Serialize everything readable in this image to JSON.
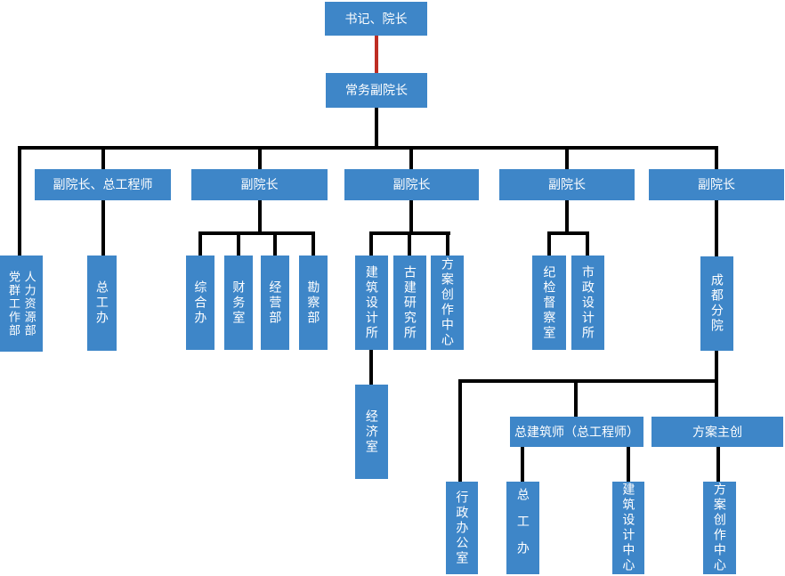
{
  "diagram_type": "org-chart",
  "colors": {
    "node_fill": "#3E86C8",
    "node_text": "#FFFFFF",
    "connector": "#000000",
    "highlight_connector": "#BE2D23"
  },
  "nodes": {
    "shuji": {
      "label": "书记、院长"
    },
    "changwu": {
      "label": "常务副院长"
    },
    "fu1": {
      "label": "副院长、总工程师"
    },
    "fu2": {
      "label": "副院长"
    },
    "fu3": {
      "label": "副院长"
    },
    "fu4": {
      "label": "副院长"
    },
    "fu5": {
      "label": "副院长"
    },
    "dangqun": {
      "label": "党群工作部"
    },
    "renli": {
      "label": "人力资源部"
    },
    "zonggongban1": {
      "label": "总工办"
    },
    "zonghe": {
      "label": "综合办"
    },
    "caiwu": {
      "label": "财务室"
    },
    "jingying": {
      "label": "经营部"
    },
    "kancha": {
      "label": "勘察部"
    },
    "jianzhusuo": {
      "label": "建筑设计所"
    },
    "gujian": {
      "label": "古建研究所"
    },
    "fangchuang1": {
      "label": "方案创作中心"
    },
    "jijian": {
      "label": "纪检督察室"
    },
    "shizheng": {
      "label": "市政设计所"
    },
    "chengdu": {
      "label": "成都分院"
    },
    "jingji": {
      "label": "经济室"
    },
    "zongjian": {
      "label": "总建筑师（总工程师）"
    },
    "fangzhuchuang": {
      "label": "方案主创"
    },
    "xingzheng": {
      "label": "行政办公室"
    },
    "zonggongban2": {
      "label": "总工办"
    },
    "jzsjzhongxin": {
      "label": "建筑设计中心"
    },
    "fangchuang2": {
      "label": "方案创作中心"
    }
  },
  "edges": [
    {
      "from": "shuji",
      "to": "changwu",
      "style": "red"
    },
    {
      "from": "changwu",
      "to": "dangqun_renli",
      "style": "black"
    },
    {
      "from": "changwu",
      "to": "fu1",
      "style": "black"
    },
    {
      "from": "changwu",
      "to": "fu2",
      "style": "black"
    },
    {
      "from": "changwu",
      "to": "fu3",
      "style": "black"
    },
    {
      "from": "changwu",
      "to": "fu4",
      "style": "black"
    },
    {
      "from": "changwu",
      "to": "fu5",
      "style": "black"
    },
    {
      "from": "fu1",
      "to": "zonggongban1",
      "style": "black"
    },
    {
      "from": "fu2",
      "to": "zonghe",
      "style": "black"
    },
    {
      "from": "fu2",
      "to": "caiwu",
      "style": "black"
    },
    {
      "from": "fu2",
      "to": "jingying",
      "style": "black"
    },
    {
      "from": "fu2",
      "to": "kancha",
      "style": "black"
    },
    {
      "from": "fu3",
      "to": "jianzhusuo",
      "style": "black"
    },
    {
      "from": "fu3",
      "to": "gujian",
      "style": "black"
    },
    {
      "from": "fu3",
      "to": "fangchuang1",
      "style": "black"
    },
    {
      "from": "jianzhusuo",
      "to": "jingji",
      "style": "black"
    },
    {
      "from": "fu4",
      "to": "jijian",
      "style": "black"
    },
    {
      "from": "fu4",
      "to": "shizheng",
      "style": "black"
    },
    {
      "from": "fu5",
      "to": "chengdu",
      "style": "black"
    },
    {
      "from": "chengdu",
      "to": "xingzheng",
      "style": "black"
    },
    {
      "from": "chengdu",
      "to": "zongjian",
      "style": "black"
    },
    {
      "from": "chengdu",
      "to": "fangzhuchuang",
      "style": "black"
    },
    {
      "from": "zongjian",
      "to": "zonggongban2",
      "style": "black"
    },
    {
      "from": "zongjian",
      "to": "jzsjzhongxin",
      "style": "black"
    },
    {
      "from": "fangzhuchuang",
      "to": "fangchuang2",
      "style": "black"
    }
  ]
}
